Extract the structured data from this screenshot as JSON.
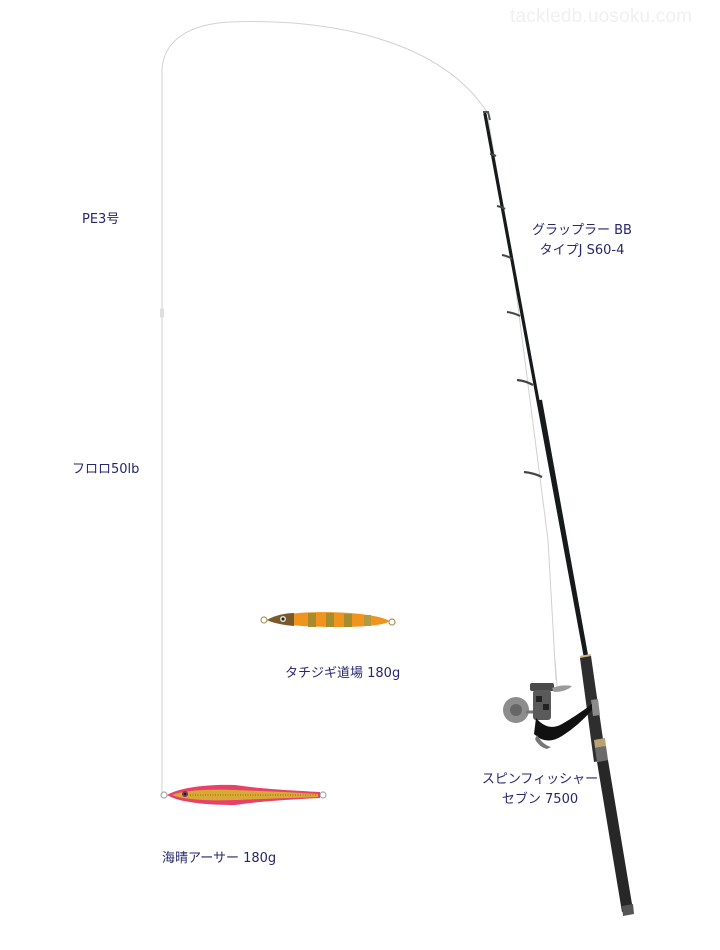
{
  "watermark": "tackledb.uosoku.com",
  "tackle": {
    "main_line": {
      "label": "PE3号"
    },
    "leader": {
      "label": "フロロ50lb"
    },
    "rod": {
      "line1": "グラップラー BB",
      "line2": "タイプJ S60-4"
    },
    "reel": {
      "line1": "スピンフィッシャー",
      "line2": "セブン 7500"
    },
    "lures": [
      {
        "label": "タチジギ道場 180g",
        "body_color": "#f0941e",
        "stripe_color": "#b89b2a"
      },
      {
        "label": "海晴アーサー 180g",
        "body_color": "#e2a637",
        "accent_color": "#e8406a"
      }
    ]
  },
  "colors": {
    "label_text": "#26266e",
    "line": "#cfcfcf",
    "rod_blank": "#141a1a",
    "rod_grip": "#2b2b2b",
    "reel_body": "#3a3a3a"
  }
}
